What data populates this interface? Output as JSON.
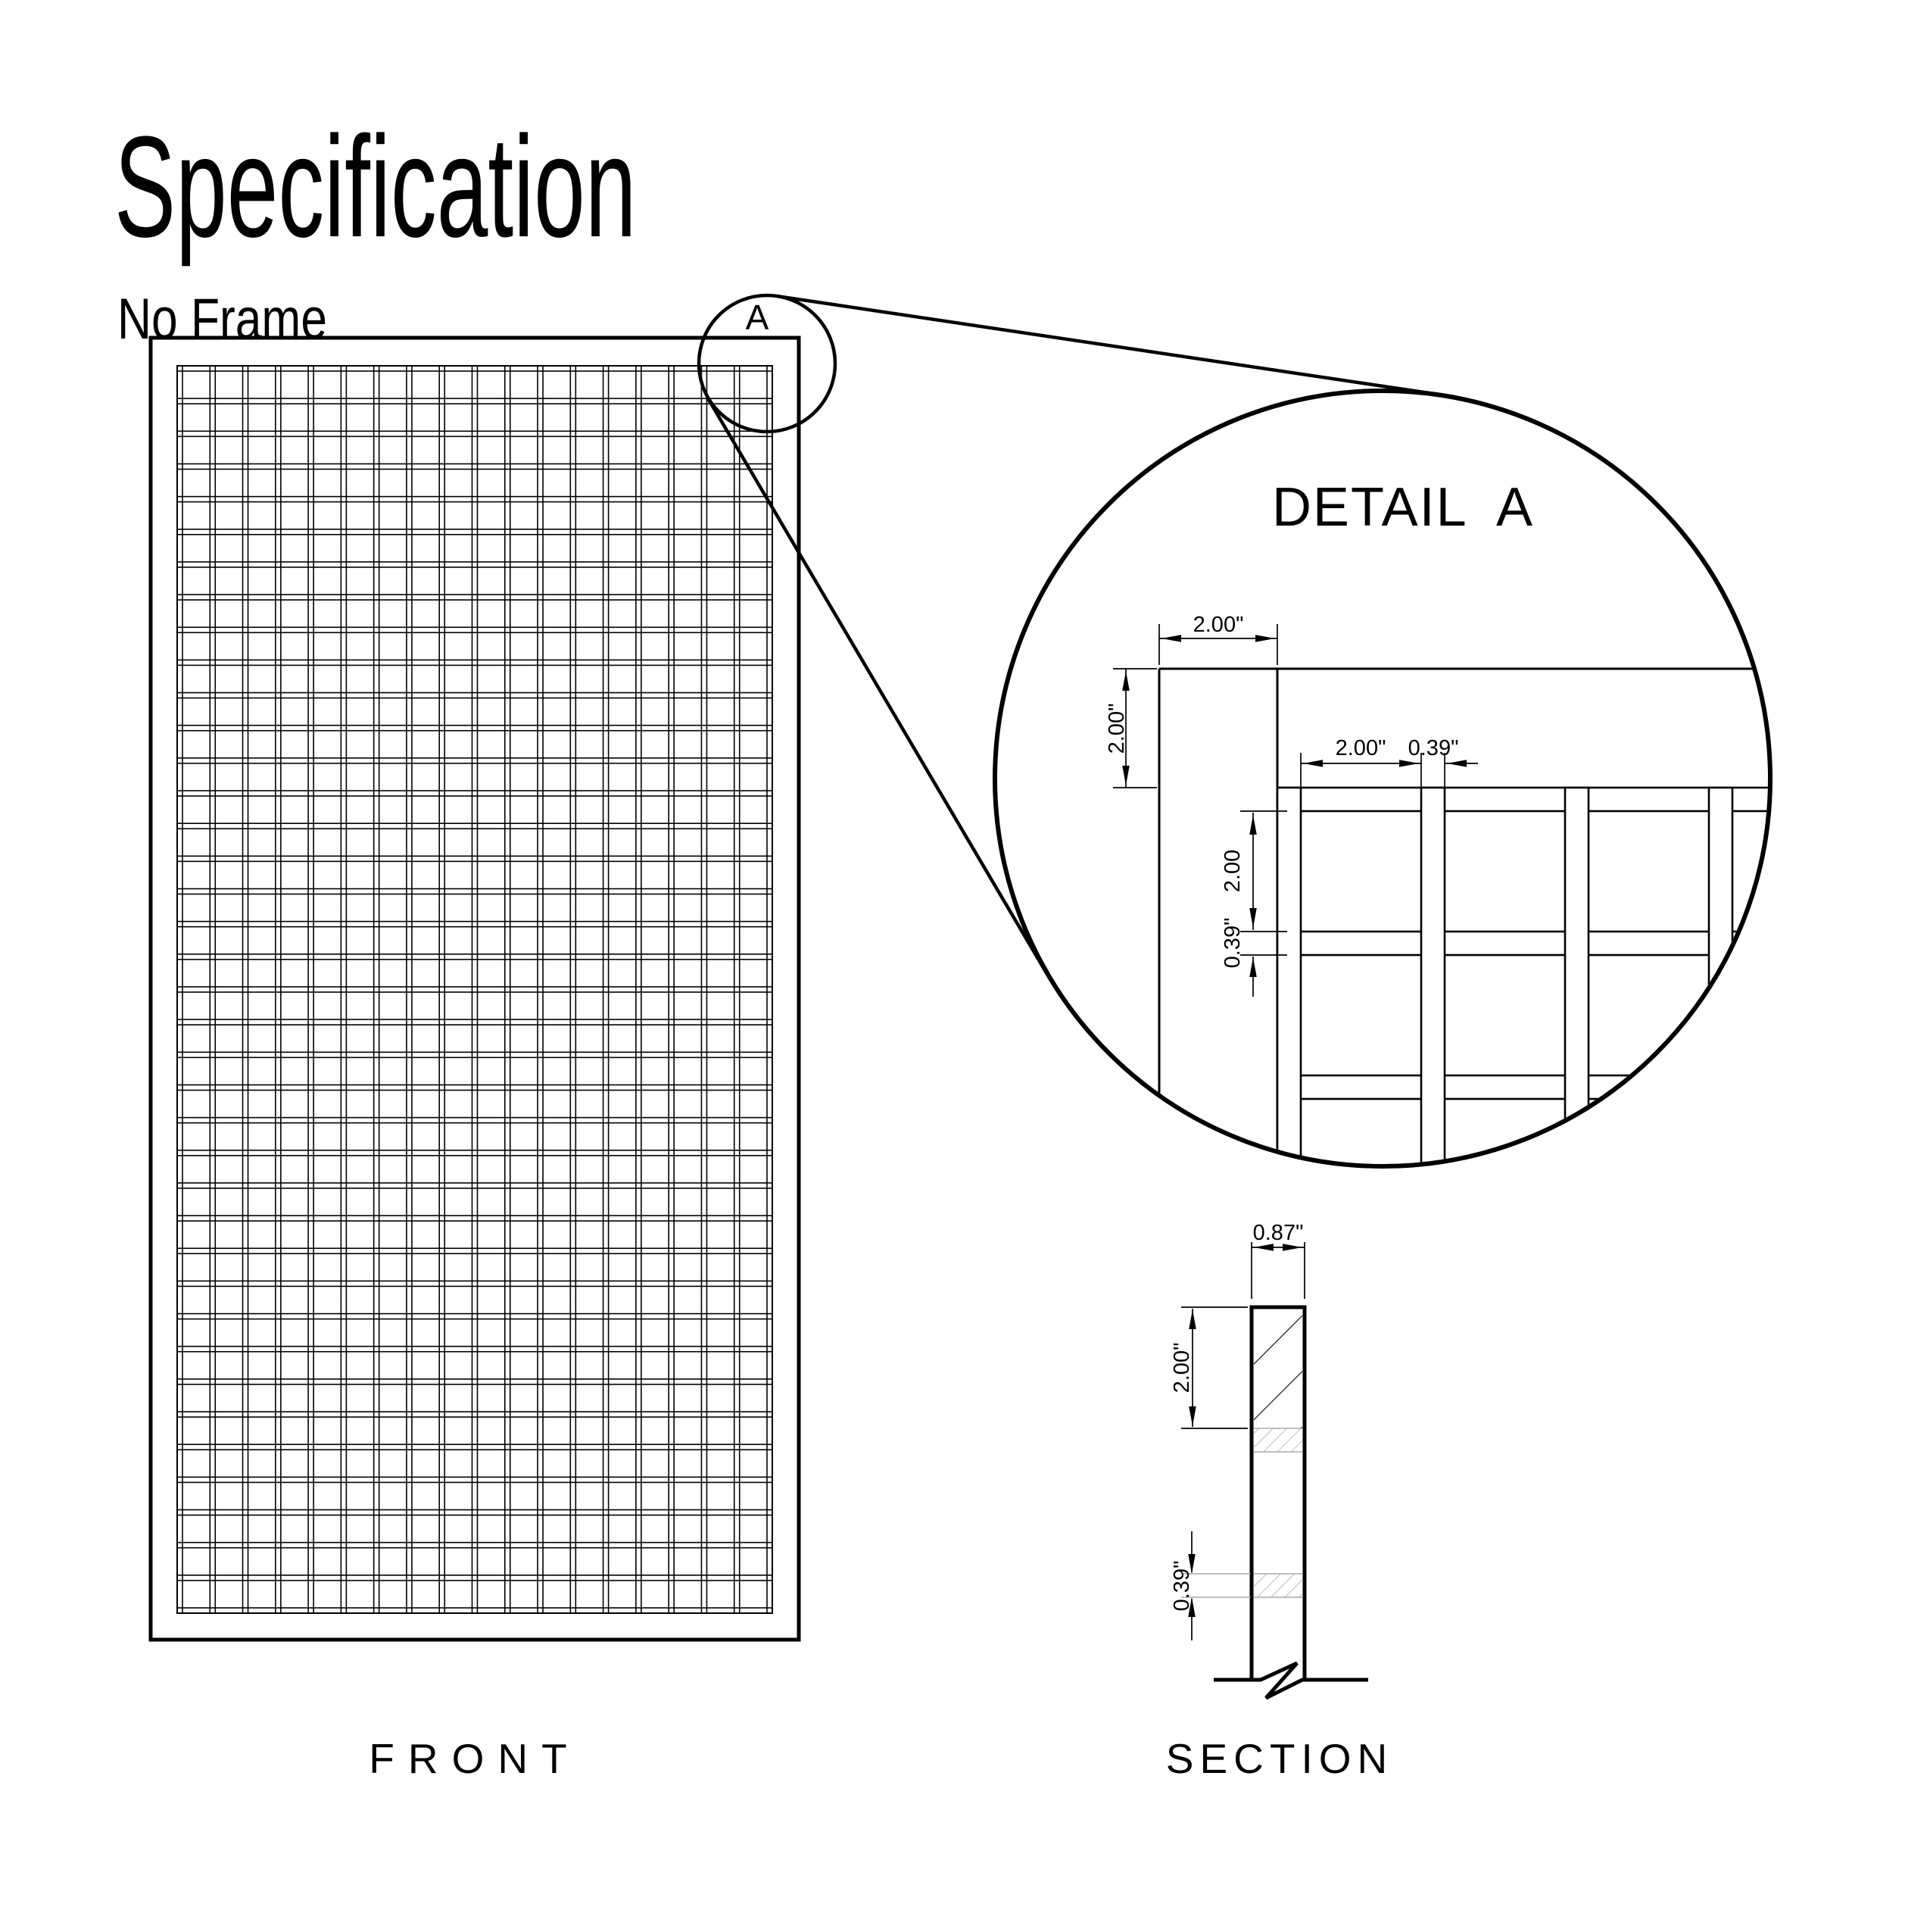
{
  "page": {
    "background": "#ffffff",
    "line_color": "#000000",
    "light_hatch_color": "#999999",
    "title": "Specification",
    "subtitle": "No Frame"
  },
  "front_view": {
    "label": "FRONT",
    "callout_label": "A"
  },
  "detail_view": {
    "title": "DETAIL  A",
    "dimensions": {
      "left_border_width": "2.00\"",
      "top_border_height": "2.00\"",
      "opening_width": "2.00\"",
      "vertical_slat_width": "0.39\"",
      "opening_height": "2.00",
      "horizontal_slat_height": "0.39\""
    }
  },
  "section_view": {
    "label": "SECTION",
    "dimensions": {
      "panel_thickness": "0.87\"",
      "top_rail_depth": "2.00\"",
      "slat_depth": "0.39\""
    }
  }
}
